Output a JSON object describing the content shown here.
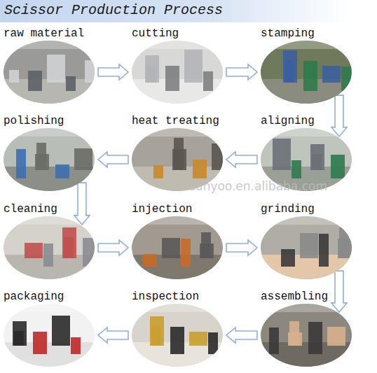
{
  "diagram": {
    "title": "Scissor Production Process",
    "nodes": [
      {
        "text": [
          "raw material"
        ]
      },
      {
        "text": [
          "cutting"
        ]
      },
      {
        "text": [
          "stamping"
        ]
      },
      {
        "text": [
          "polishing"
        ]
      },
      {
        "text": [
          "heat treating"
        ]
      },
      {
        "text": [
          "aligning"
        ]
      },
      {
        "text": [
          "cleaning"
        ]
      },
      {
        "text": [
          "injection"
        ]
      },
      {
        "text": [
          "grinding"
        ]
      },
      {
        "text": [
          "packaging"
        ]
      },
      {
        "text": [
          "inspection"
        ]
      },
      {
        "text": [
          "assembling"
        ]
      }
    ],
    "edges": [
      {
        "from": 0,
        "to": 1,
        "arrow": "to"
      },
      {
        "from": 1,
        "to": 2,
        "arrow": "to"
      },
      {
        "from": 2,
        "to": 5,
        "arrow": "to"
      },
      {
        "from": 5,
        "to": 4,
        "arrow": "to"
      },
      {
        "from": 4,
        "to": 3,
        "arrow": "to"
      },
      {
        "from": 3,
        "to": 6,
        "arrow": "to"
      },
      {
        "from": 6,
        "to": 7,
        "arrow": "to"
      },
      {
        "from": 7,
        "to": 8,
        "arrow": "to"
      },
      {
        "from": 8,
        "to": 11,
        "arrow": "to"
      },
      {
        "from": 11,
        "to": 10,
        "arrow": "to"
      },
      {
        "from": 10,
        "to": 9,
        "arrow": "to"
      }
    ],
    "labels": [
      "sunyoo.en.alibaba.com"
    ]
  }
}
